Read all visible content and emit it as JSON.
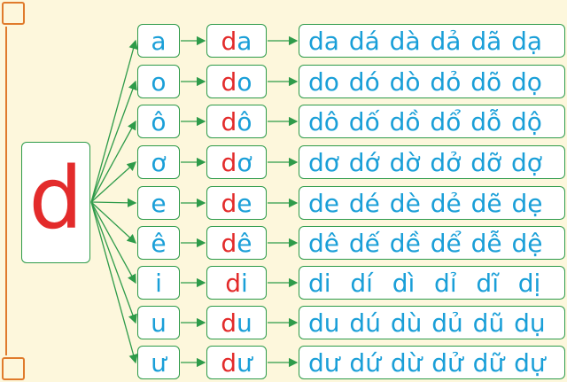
{
  "main_consonant": "d",
  "rows": [
    {
      "vowel": "a",
      "consonant": "d",
      "rime": "a",
      "tones": "da dá dà dả dã dạ"
    },
    {
      "vowel": "o",
      "consonant": "d",
      "rime": "o",
      "tones": "do dó dò dỏ dõ dọ"
    },
    {
      "vowel": "ô",
      "consonant": "d",
      "rime": "ô",
      "tones": "dô dố dồ dổ dỗ dộ"
    },
    {
      "vowel": "ơ",
      "consonant": "d",
      "rime": "ơ",
      "tones": "dơ dớ dờ dở dỡ dợ"
    },
    {
      "vowel": "e",
      "consonant": "d",
      "rime": "e",
      "tones": "de dé dè dẻ dẽ dẹ"
    },
    {
      "vowel": "ê",
      "consonant": "d",
      "rime": "ê",
      "tones": "dê dế dề dể dễ dệ"
    },
    {
      "vowel": "i",
      "consonant": "d",
      "rime": "i",
      "tones": "di  dí  dì  dỉ  dĩ  dị"
    },
    {
      "vowel": "u",
      "consonant": "d",
      "rime": "u",
      "tones": "du dú dù dủ dũ dụ"
    },
    {
      "vowel": "ư",
      "consonant": "d",
      "rime": "ư",
      "tones": "dư dứ dừ dử dữ dự"
    }
  ],
  "colors": {
    "background": "#fdf7dc",
    "frame": "#e07b2c",
    "box_border": "#2e9b4a",
    "arrow": "#2e9b4a",
    "consonant": "#e32b2b",
    "vowel_text": "#1a9fd8"
  }
}
